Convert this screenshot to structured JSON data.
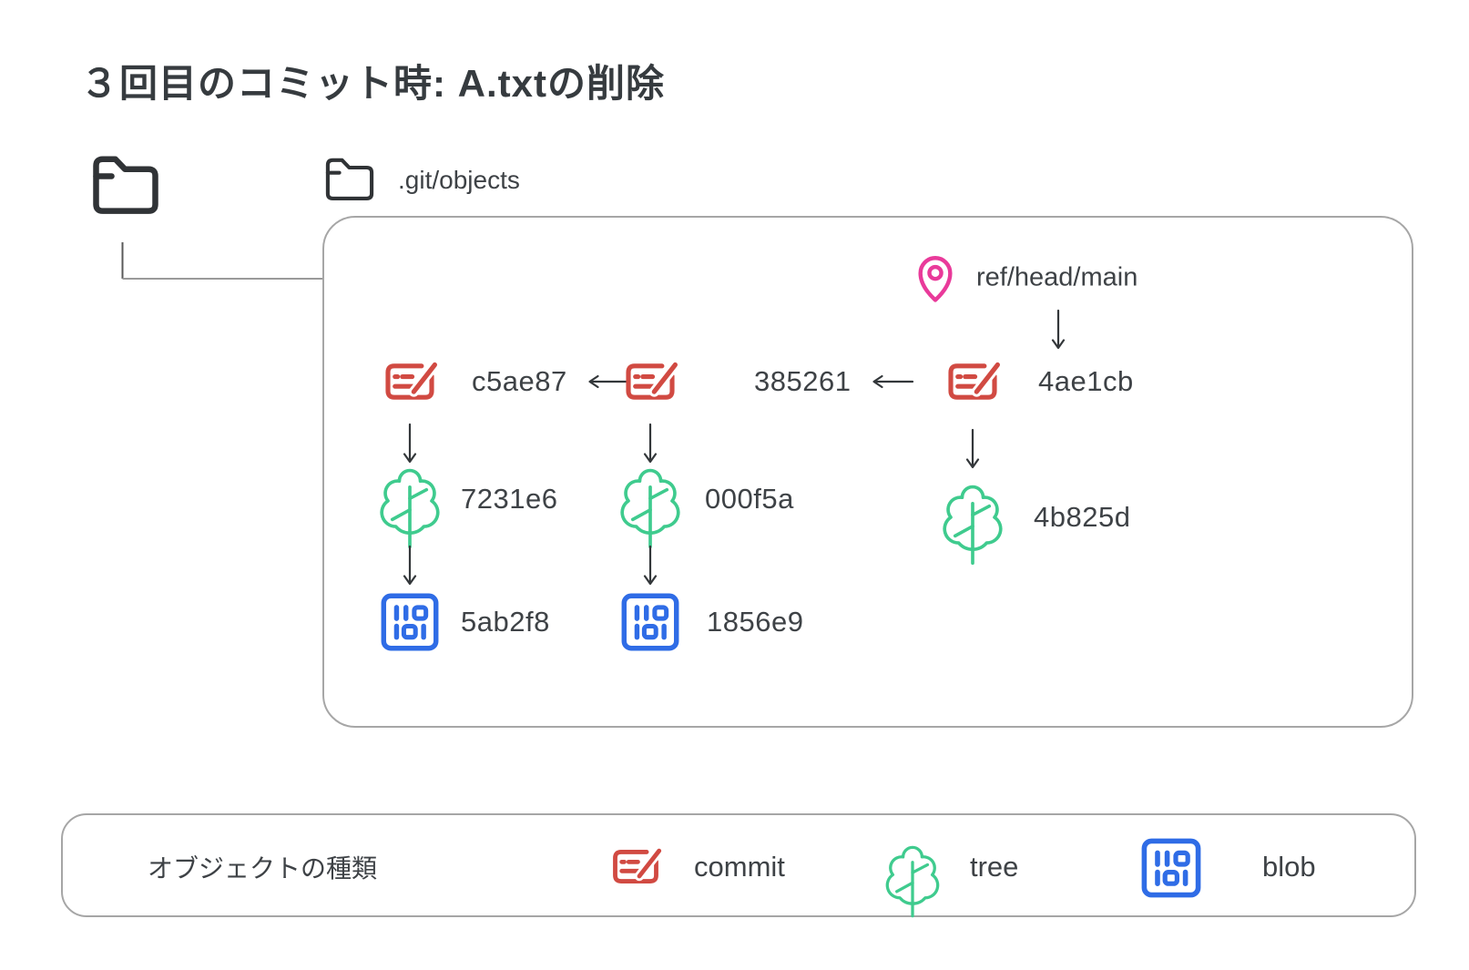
{
  "title": "３回目のコミット時: A.txtの削除",
  "workspace": {
    "root_folder_icon": "folder-icon",
    "objects_folder": {
      "icon": "folder-icon",
      "label": ".git/objects"
    }
  },
  "graph": {
    "ref": {
      "icon": "map-pin-icon",
      "label": "ref/head/main",
      "points_to": "4ae1cb"
    },
    "commits": [
      {
        "hash": "c5ae87",
        "tree": "7231e6"
      },
      {
        "hash": "385261",
        "tree": "000f5a",
        "parent": "c5ae87"
      },
      {
        "hash": "4ae1cb",
        "tree": "4b825d",
        "parent": "385261"
      }
    ],
    "trees": [
      {
        "hash": "7231e6",
        "blob": "5ab2f8"
      },
      {
        "hash": "000f5a",
        "blob": "1856e9"
      },
      {
        "hash": "4b825d"
      }
    ],
    "blobs": [
      {
        "hash": "5ab2f8"
      },
      {
        "hash": "1856e9"
      }
    ]
  },
  "legend": {
    "title": "オブジェクトの種類",
    "items": [
      {
        "icon": "commit-icon",
        "label": "commit"
      },
      {
        "icon": "tree-icon",
        "label": "tree"
      },
      {
        "icon": "blob-icon",
        "label": "blob"
      }
    ]
  },
  "colors": {
    "commit_red": "#d14a42",
    "tree_green": "#3fcb8e",
    "blob_blue": "#2f6ce6",
    "ref_pink": "#e93a9a",
    "text_dark": "#3e4246",
    "icon_dark": "#303336",
    "arrow_dark": "#33373a",
    "line_gray": "#a6a6a6"
  }
}
